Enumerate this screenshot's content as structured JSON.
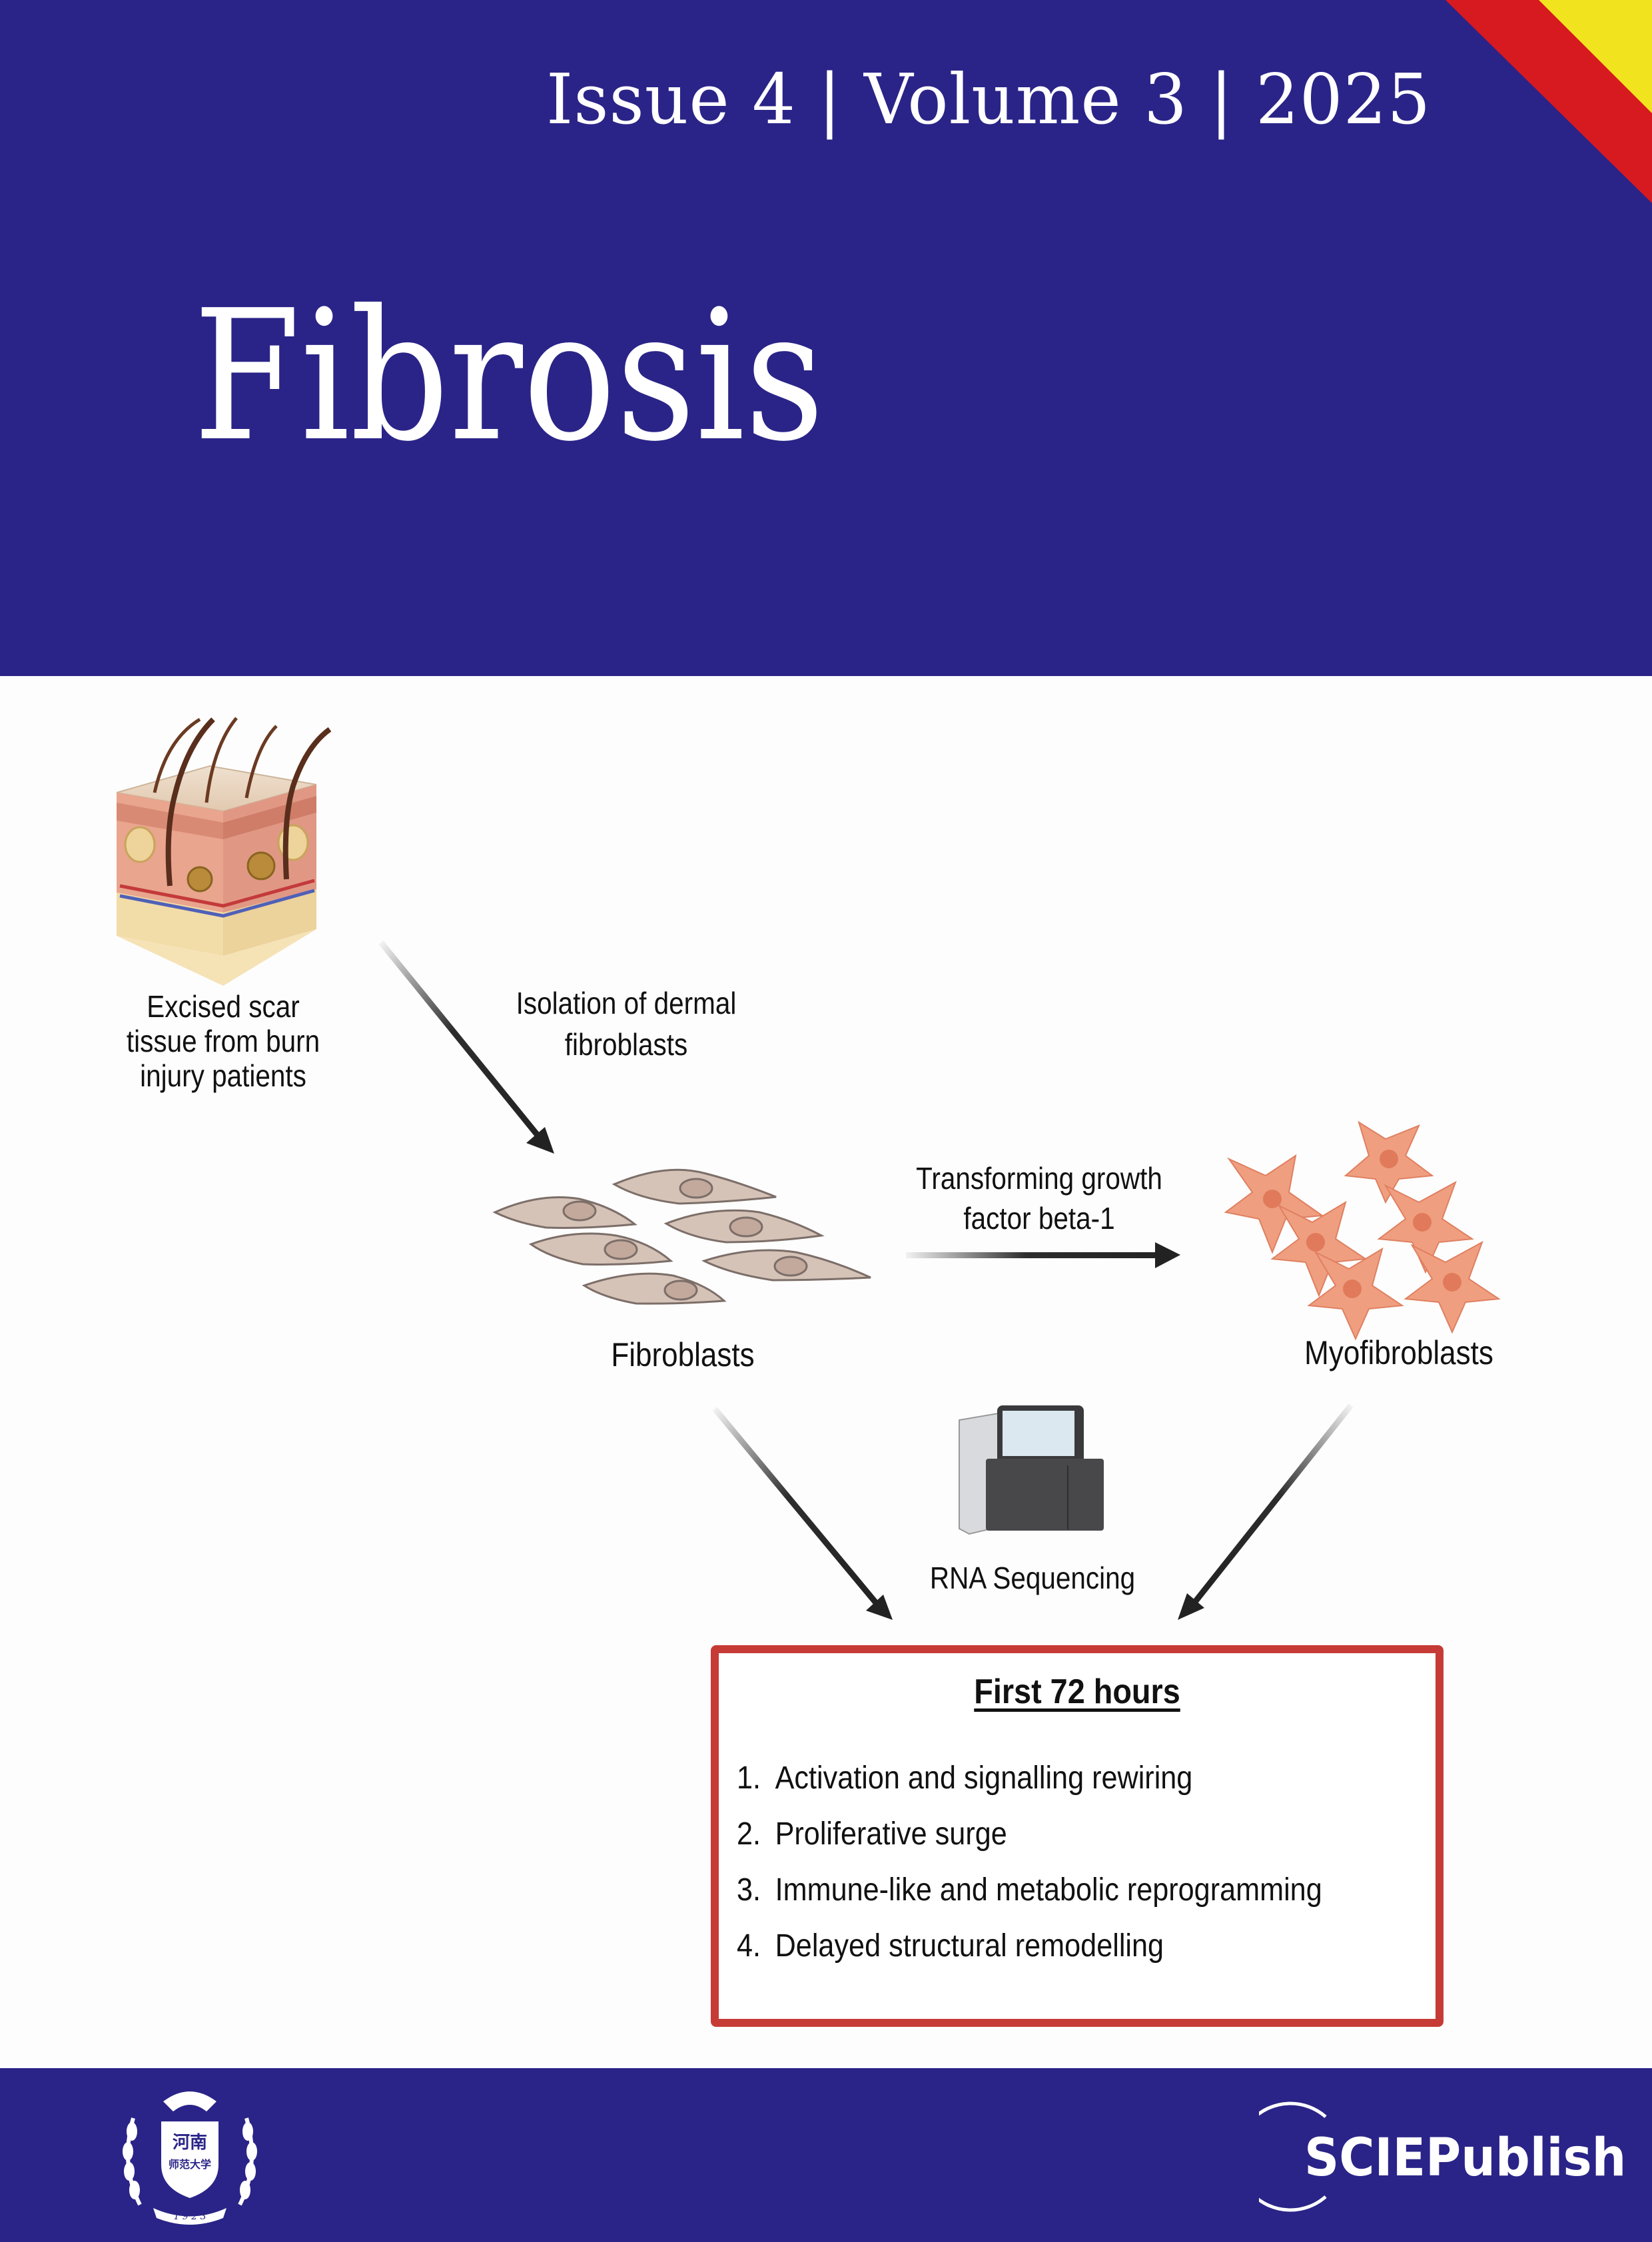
{
  "header": {
    "issue_line": "Issue 4 | Volume 3 | 2025",
    "journal_title": "Fibrosis",
    "colors": {
      "band": "#2a2488",
      "stripe_red": "#d71920",
      "stripe_yellow": "#f2e31f"
    }
  },
  "diagram": {
    "skin_caption": "Excised scar tissue from burn injury patients",
    "skin_caption_lines": [
      "Excised scar",
      "tissue from burn",
      "injury patients"
    ],
    "isolation_caption_lines": [
      "Isolation of dermal",
      "fibroblasts"
    ],
    "fibroblasts_label": "Fibroblasts",
    "tgf_caption_lines": [
      "Transforming growth",
      "factor beta-1"
    ],
    "myofibroblasts_label": "Myofibroblasts",
    "rna_label": "RNA Sequencing"
  },
  "summary_box": {
    "title": "First 72 hours",
    "items": [
      {
        "num": "1.",
        "text": "Activation and signalling rewiring"
      },
      {
        "num": "2.",
        "text": "Proliferative surge"
      },
      {
        "num": "3.",
        "text": "Immune-like and metabolic reprogramming"
      },
      {
        "num": "4.",
        "text": "Delayed structural remodelling"
      }
    ],
    "border_color": "#c63b36"
  },
  "footer": {
    "university_seal_chars_top": "河南",
    "university_seal_chars_bottom": "师范大学",
    "university_seal_year": "1 9 2 3",
    "publisher": "SCIEPublish"
  }
}
